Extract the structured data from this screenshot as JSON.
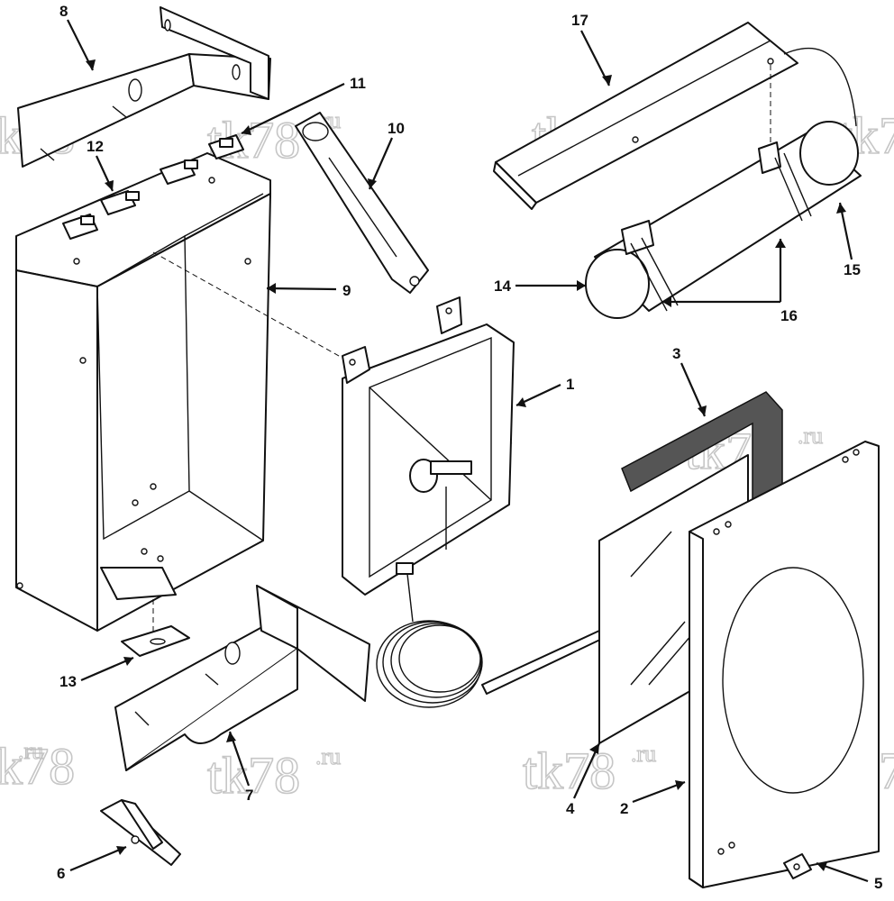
{
  "watermark": {
    "text": "tk78",
    "suffix": ".ru"
  },
  "callouts": {
    "c1": "1",
    "c2": "2",
    "c3": "3",
    "c4": "4",
    "c5": "5",
    "c6": "6",
    "c7": "7",
    "c8": "8",
    "c9": "9",
    "c10": "10",
    "c11": "11",
    "c12": "12",
    "c13": "13",
    "c14": "14",
    "c15": "15",
    "c16": "16",
    "c17": "17"
  },
  "colors": {
    "line": "#111111",
    "watermark": "#bdbdbd",
    "gasket": "#555555"
  }
}
